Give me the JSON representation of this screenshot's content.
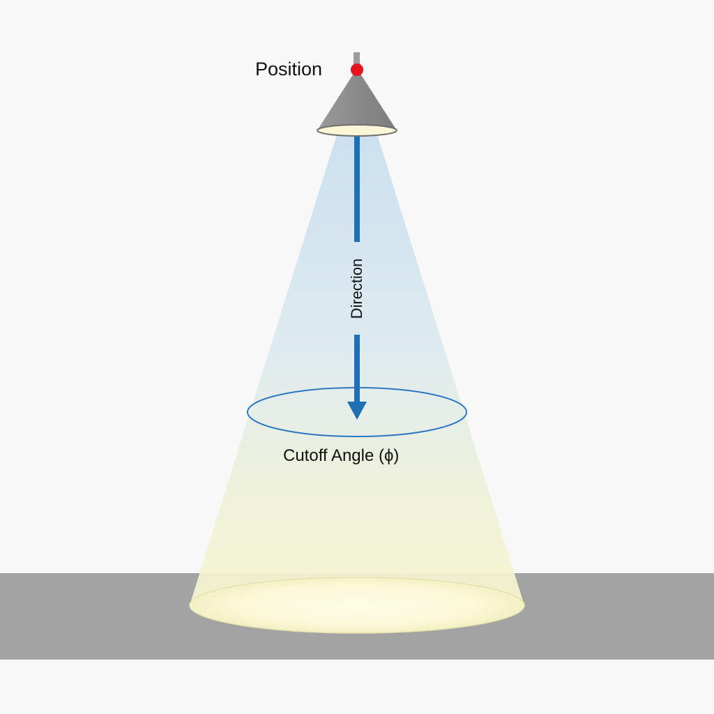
{
  "labels": {
    "position": "Position",
    "direction": "Direction",
    "cutoff": "Cutoff Angle (ϕ)"
  },
  "colors": {
    "background": "#f8f8f8",
    "floor": "#a3a3a3",
    "lamp": "#8c8c8c",
    "position_marker": "#e8141c",
    "direction_arrow": "#1f6fb5",
    "cutoff_ring": "#2a77c4",
    "beam_top": "#c9dff0",
    "beam_bottom": "#fbf9d6"
  },
  "icons": {
    "lamp": "spotlight-lamp-icon",
    "marker": "position-dot-icon",
    "arrow": "arrow-down-icon"
  }
}
